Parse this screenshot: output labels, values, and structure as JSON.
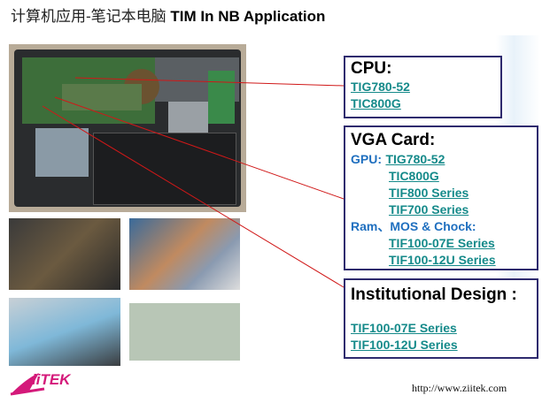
{
  "title": {
    "cn": "计算机应用-笔记本电脑",
    "en": "TIM In NB Application"
  },
  "cpu": {
    "heading": "CPU:",
    "items": [
      "TIG780-52",
      "TIC800G"
    ]
  },
  "vga": {
    "heading": "VGA Card:",
    "gpu_label": "GPU:",
    "gpu_items": [
      "TIG780-52",
      "TIC800G",
      "TIF800 Series",
      "TIF700 Series"
    ],
    "ram_label": "Ram、MOS & Chock:",
    "ram_items": [
      "TIF100-07E Series",
      "TIF100-12U Series"
    ]
  },
  "inst": {
    "heading": "Institutional Design :",
    "items": [
      "TIF100-07E Series",
      "TIF100-12U Series"
    ]
  },
  "logo": {
    "text": "ZiiTEK",
    "color": "#d4197a"
  },
  "footer": {
    "url": "http://www.ziitek.com"
  },
  "colors": {
    "link": "#158a8a",
    "label": "#1f6fbf",
    "border": "#2e2a6e",
    "line": "#d01818"
  }
}
